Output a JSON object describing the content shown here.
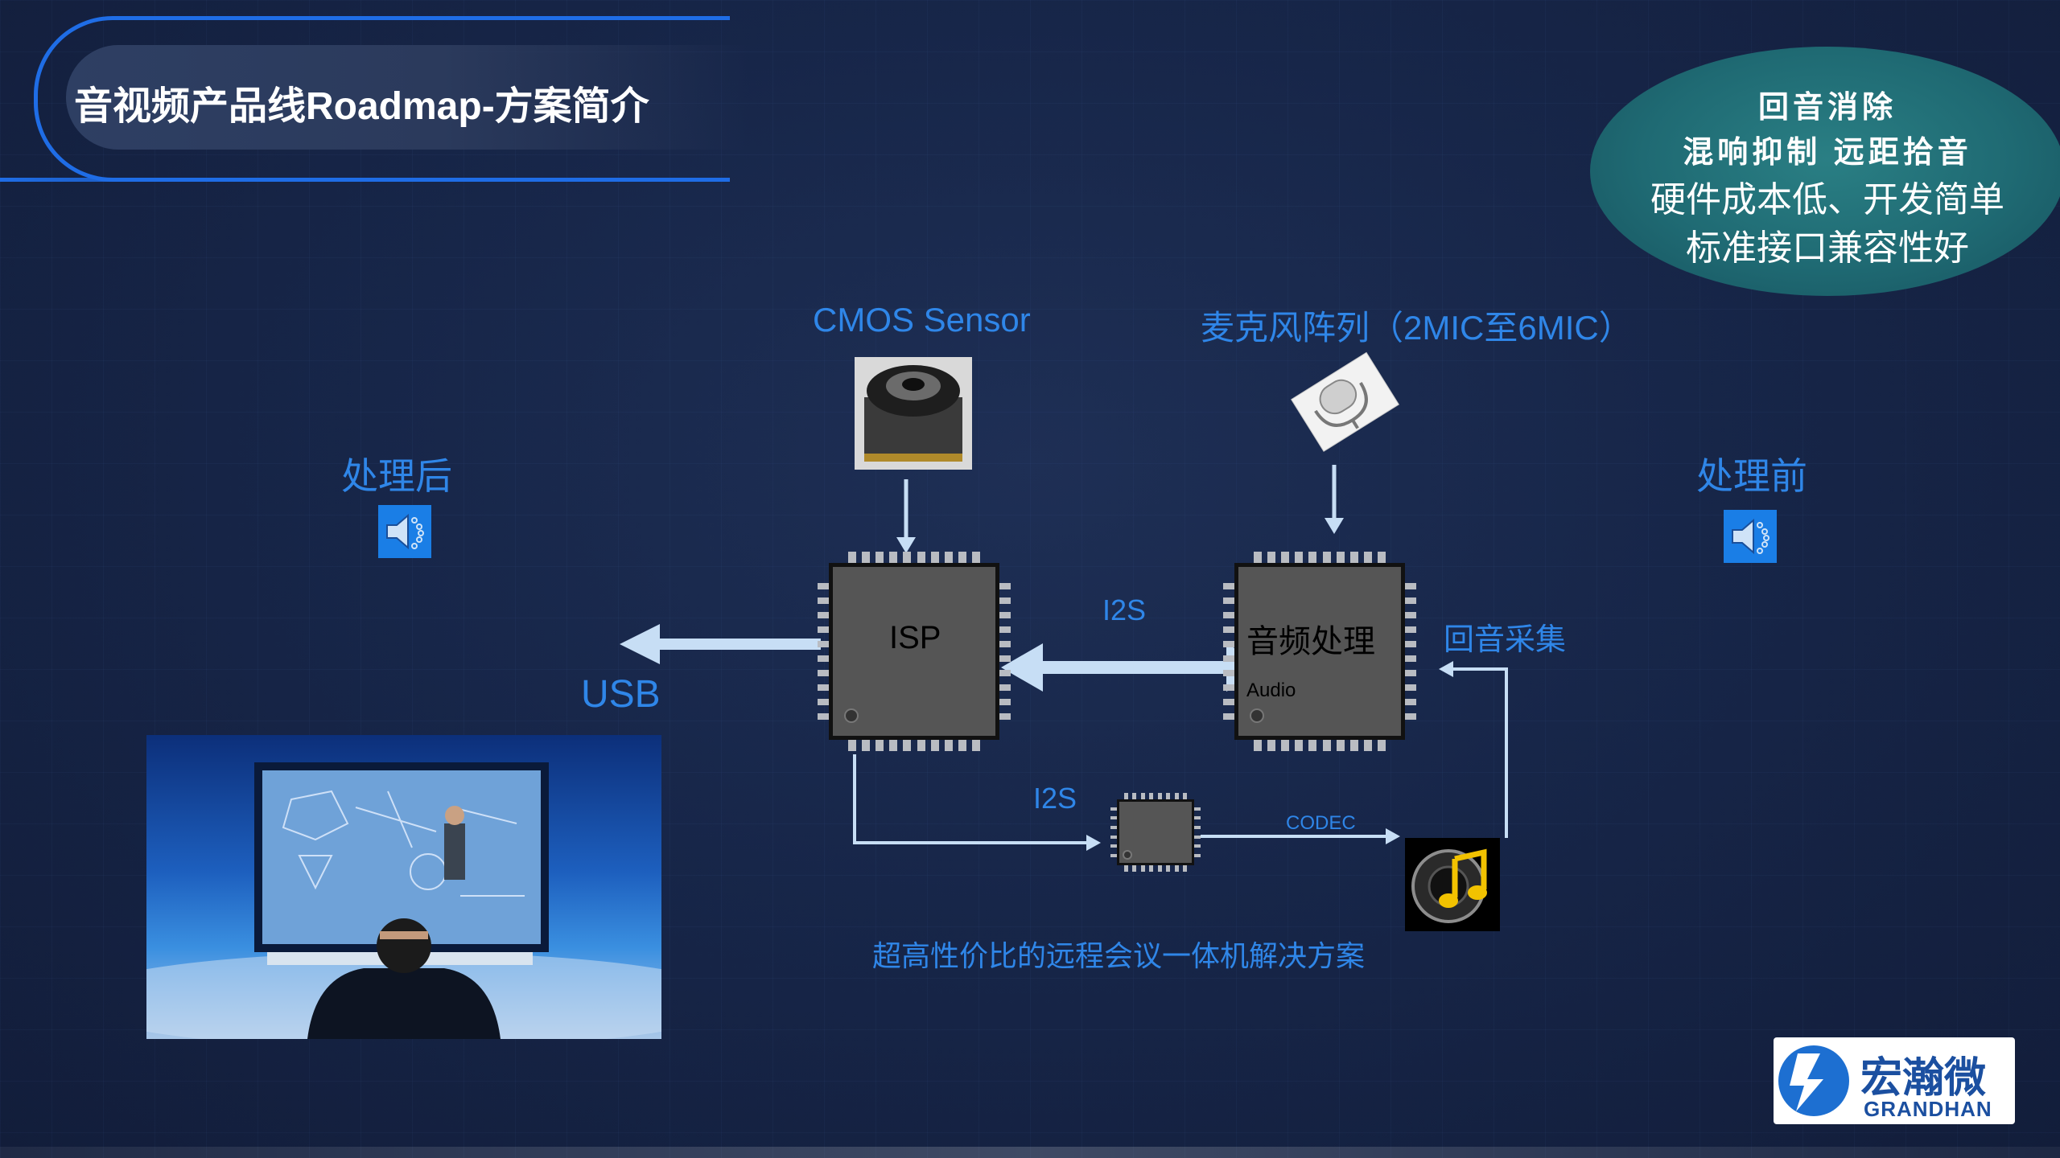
{
  "header": {
    "title": "音视频产品线Roadmap-方案简介"
  },
  "features": {
    "line1": "回音消除",
    "line2": "混响抑制  远距拾音",
    "line3": "硬件成本低、开发简单",
    "line4": "标准接口兼容性好"
  },
  "diagram": {
    "cmos_label": "CMOS Sensor",
    "mic_label": "麦克风阵列（2MIC至6MIC）",
    "after_label": "处理后",
    "before_label": "处理前",
    "isp_label": "ISP",
    "audio_chip_label": "音频处理",
    "audio_chip_sub": "Audio",
    "i2s_top": "I2S",
    "i2s_bottom": "I2S",
    "usb_label": "USB",
    "echo_label": "回音采集",
    "codec_label": "CODEC",
    "caption": "超高性价比的远程会议一体机解决方案"
  },
  "logo": {
    "name": "宏瀚微",
    "english": "GRANDHAN"
  },
  "colors": {
    "accent": "#2f86e8",
    "arrow": "#c7def5",
    "frame": "#1f6de6"
  }
}
